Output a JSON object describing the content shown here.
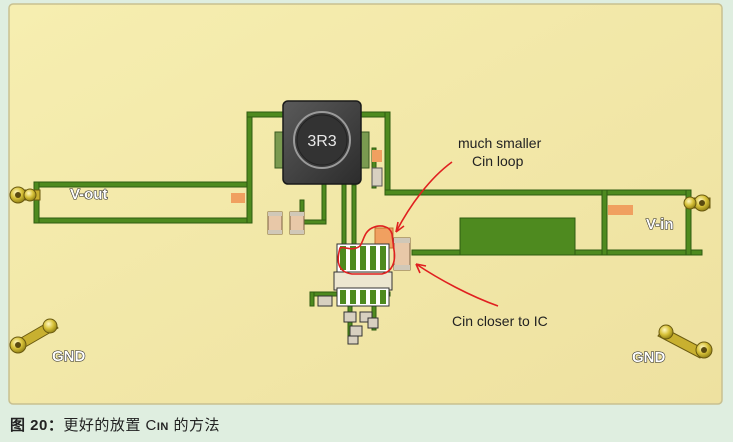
{
  "diagram": {
    "inductor_marking": "3R3",
    "labels": {
      "vout": "V-out",
      "vin": "V-in",
      "gnd_left": "GND",
      "gnd_right": "GND"
    },
    "annotations": {
      "loop_line1": "much smaller",
      "loop_line2": "Cin loop",
      "cin_note": "Cin closer to IC"
    },
    "colors": {
      "board": "#f2e9a4",
      "trace": "#4e8a1f",
      "annotation": "#e02020",
      "pad_orange": "#f0a060"
    }
  },
  "caption": {
    "figure": "图 20：",
    "text_before": "更好的放置 C",
    "subscript": "IN",
    "text_after": " 的方法"
  }
}
